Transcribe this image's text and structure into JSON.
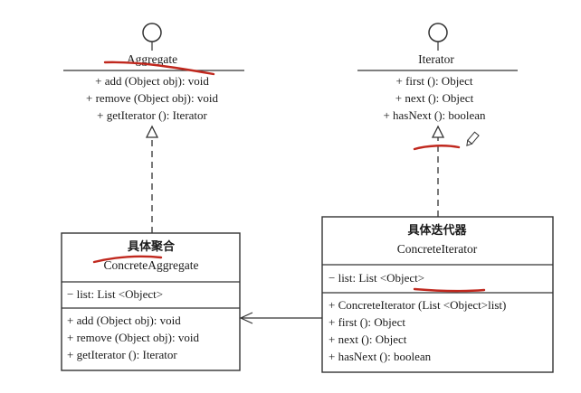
{
  "aggregate": {
    "name": "Aggregate",
    "operations": [
      "+ add (Object obj): void",
      "+ remove (Object obj): void",
      "+ getIterator (): Iterator"
    ]
  },
  "iterator": {
    "name": "Iterator",
    "operations": [
      "+ first (): Object",
      "+ next (): Object",
      "+ hasNext (): boolean"
    ]
  },
  "concrete_aggregate": {
    "name_cn": "具体聚合",
    "name": "ConcreteAggregate",
    "attributes": [
      "− list: List <Object>"
    ],
    "operations": [
      "+ add (Object obj): void",
      "+ remove (Object obj): void",
      "+ getIterator (): Iterator"
    ]
  },
  "concrete_iterator": {
    "name_cn": "具体迭代器",
    "name": "ConcreteIterator",
    "attributes": [
      "− list: List <Object>"
    ],
    "operations": [
      "+ ConcreteIterator (List <Object>list)",
      "+ first (): Object",
      "+ next (): Object",
      "+ hasNext (): boolean"
    ]
  },
  "annotation": {
    "color": "#c0281e"
  },
  "icons": [
    "interface-circle-icon",
    "pencil-icon"
  ]
}
